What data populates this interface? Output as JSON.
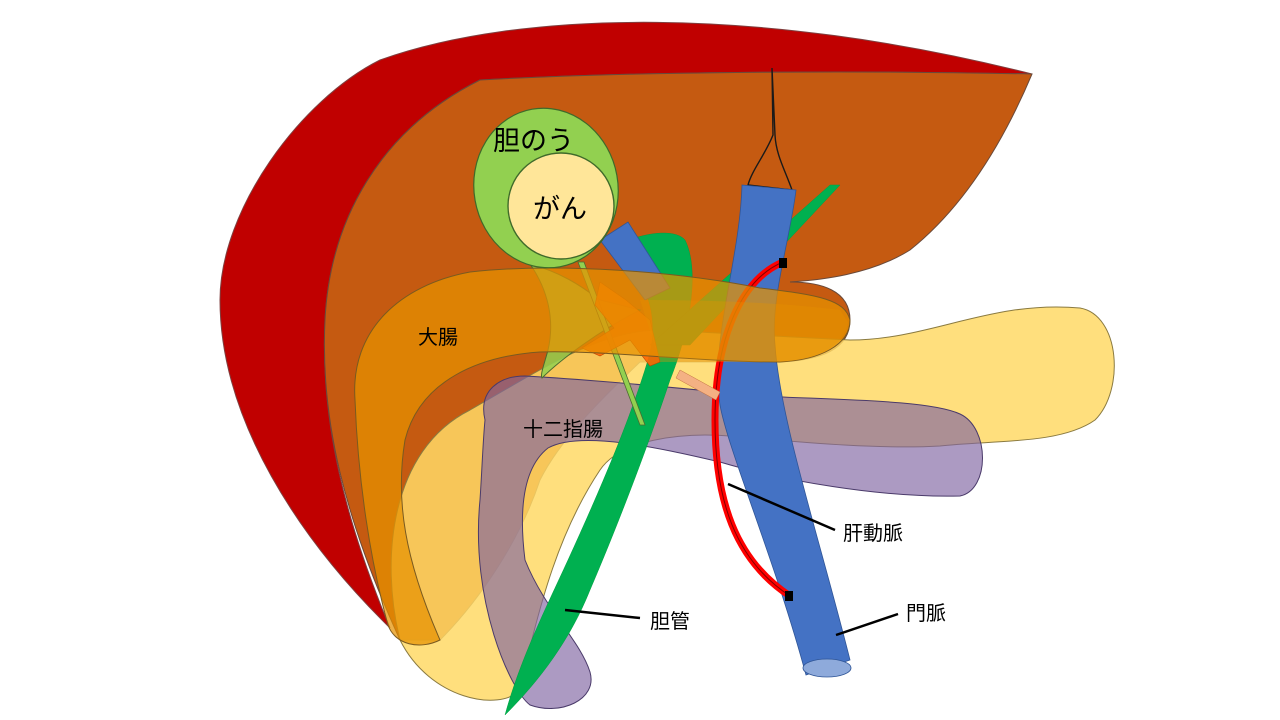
{
  "labels": {
    "gallbladder": "胆のう",
    "cancer": "がん",
    "large_intestine": "大腸",
    "duodenum": "十二指腸",
    "hepatic_artery": "肝動脈",
    "bile_duct": "胆管",
    "portal_vein": "門脈"
  },
  "colors": {
    "liver_back": "#c00000",
    "liver_front": "#c55a11",
    "gallbladder": "#92d050",
    "cancer": "#ffe699",
    "bile_duct": "#00b050",
    "portal_vein": "#4472c4",
    "hepatic_artery": "#ff0000",
    "pancreas": "#ffd966",
    "duodenum": "#8064a2",
    "large_intestine": "#e69100",
    "junction": "#ff6600"
  }
}
